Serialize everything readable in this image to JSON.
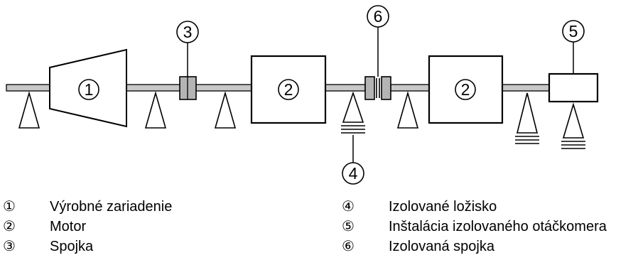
{
  "callouts": {
    "c1": "1",
    "c2a": "2",
    "c2b": "2",
    "c3": "3",
    "c4": "4",
    "c5": "5",
    "c6": "6"
  },
  "legend": {
    "left": [
      {
        "symbol": "①",
        "text": "Výrobné zariadenie"
      },
      {
        "symbol": "②",
        "text": "Motor"
      },
      {
        "symbol": "③",
        "text": "Spojka"
      }
    ],
    "right": [
      {
        "symbol": "④",
        "text": "Izolované ložisko"
      },
      {
        "symbol": "⑤",
        "text": "Inštalácia izolovaného otáčkomera"
      },
      {
        "symbol": "⑥",
        "text": "Izolovaná spojka"
      }
    ]
  },
  "colors": {
    "shaft_fill": "#c8c8c8",
    "coupling_fill": "#b4b4b4",
    "stroke": "#000000"
  }
}
